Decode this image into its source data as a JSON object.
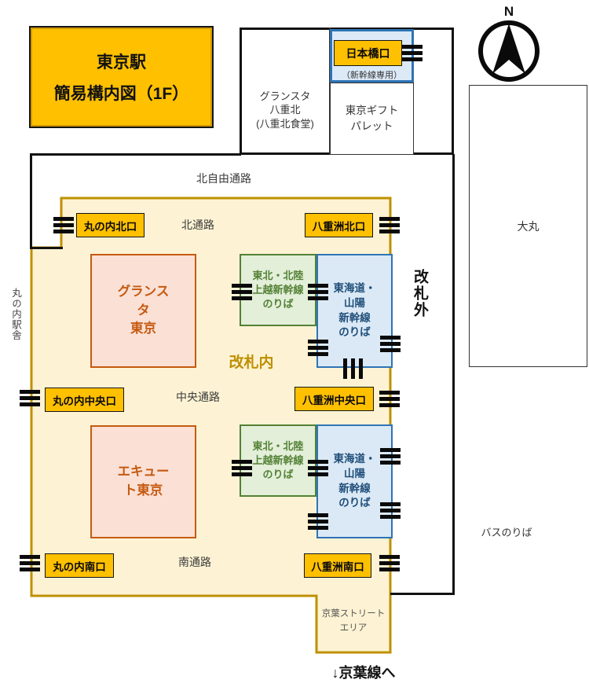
{
  "title": {
    "line1": "東京駅",
    "line2": "簡易構内図（1F）"
  },
  "compass": {
    "north_label": "N"
  },
  "north_building": {
    "gransta_yaekita": "グランスタ\n八重北\n(八重北食堂)",
    "nihonbashi_gate_label": "日本橋口",
    "shinkansen_only_note": "（新幹線専用）",
    "tokyo_gift_palette": "東京ギフト\nパレット"
  },
  "corridors": {
    "north_free_passage": "北自由通路",
    "north_passage": "北通路",
    "central_passage": "中央通路",
    "south_passage": "南通路"
  },
  "exit_gates": {
    "marunouchi_north": "丸の内北口",
    "yaesu_north": "八重洲北口",
    "marunouchi_central": "丸の内中央口",
    "yaesu_central": "八重洲中央口",
    "marunouchi_south": "丸の内南口",
    "yaesu_south": "八重洲南口"
  },
  "zones": {
    "inside_gates": "改札内",
    "outside_gates": "改札外",
    "gransta_tokyo": "グランス\nタ\n東京",
    "ecute_tokyo": "エキュー\nト東京",
    "tohoku_joetsu_shinkansen": "東北・北陸\n上越新幹線\nのりば",
    "tokaido_sanyo_shinkansen": "東海道・\n山陽\n新幹線\nのりば"
  },
  "surroundings": {
    "marunouchi_station_building": "丸の内駅舎",
    "daimaru": "大丸",
    "bus_stop": "バスのりば",
    "keiyo_street_area": "京葉ストリート\nエリア",
    "to_keiyo_line": "↓京葉線へ"
  },
  "icons": {
    "ticket_gate_horizontal": "triple-bar ticket gate (horizontal bars)",
    "ticket_gate_vertical": "triple-bar ticket gate (vertical bars)",
    "compass": "north compass arrow"
  },
  "colors": {
    "highlight_orange": "#FFC000",
    "inside_fill": "#FDF3D4",
    "inside_border": "#BF9000",
    "pink_fill": "#FBE0D5",
    "pink_border": "#C55A11",
    "green_fill": "#E3EFD9",
    "green_border": "#538135",
    "blue_fill": "#DBE9F6",
    "blue_border": "#2E74B5",
    "blue_text": "#1F4E79"
  }
}
